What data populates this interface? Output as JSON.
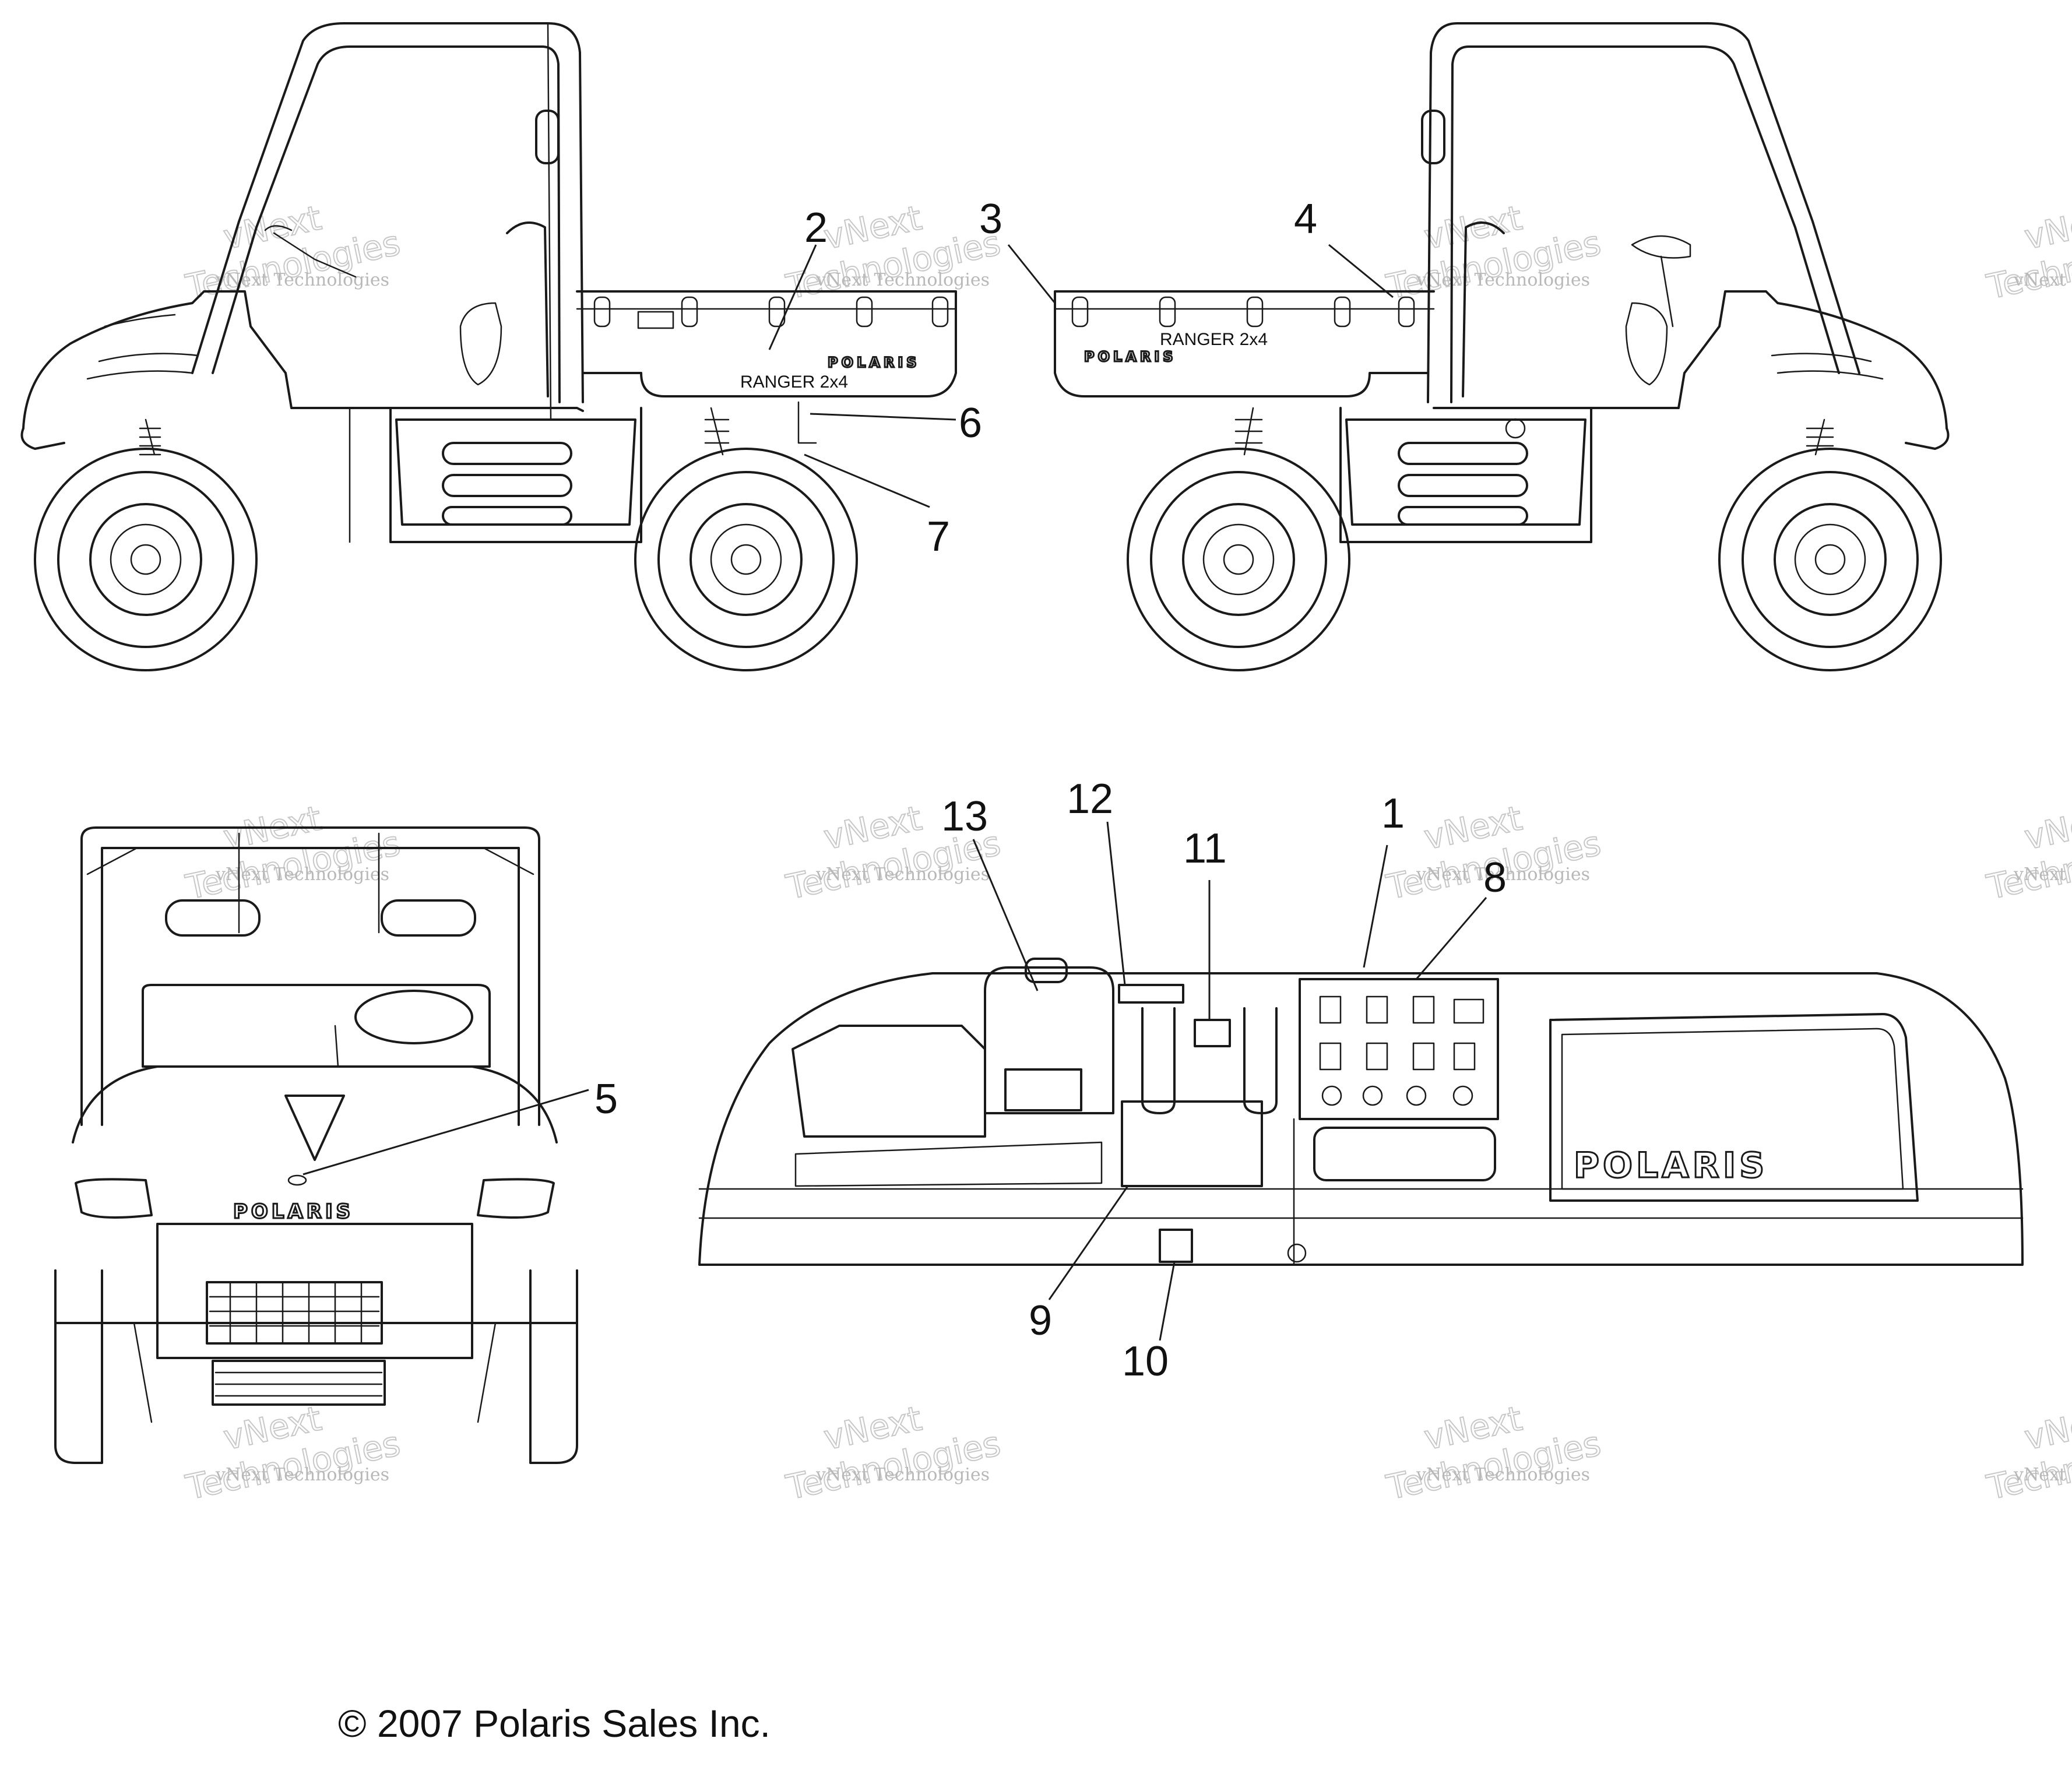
{
  "callouts": [
    "1",
    "2",
    "3",
    "4",
    "5",
    "6",
    "7",
    "8",
    "9",
    "10",
    "11",
    "12",
    "13"
  ],
  "decals": {
    "left_bed_logo": "POLARIS",
    "left_bed_model": "RANGER  2x4",
    "right_bed_logo": "POLARIS",
    "right_bed_model": "RANGER  2x4",
    "hood_logo": "POLARIS",
    "dash_logo": "POLARIS"
  },
  "watermark": {
    "small": "vNext Technologies",
    "large_top": "vNext",
    "large_bottom": "Technologies"
  },
  "copyright": "© 2007 Polaris Sales Inc."
}
